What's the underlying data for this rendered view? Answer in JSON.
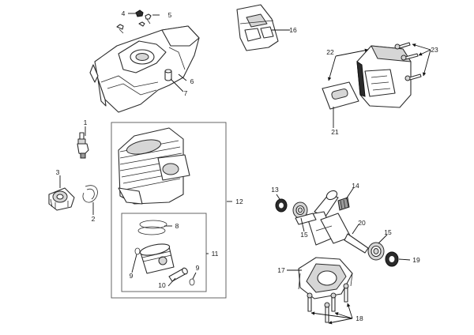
{
  "diagram": {
    "callouts": {
      "c1": "1",
      "c2": "2",
      "c3": "3",
      "c4": "4",
      "c5": "5",
      "c6": "6",
      "c7": "7",
      "c8": "8",
      "c9a": "9",
      "c9b": "9",
      "c10": "10",
      "c11": "11",
      "c12": "12",
      "c13": "13",
      "c14": "14",
      "c15a": "15",
      "c15b": "15",
      "c16": "16",
      "c17": "17",
      "c18": "18",
      "c19": "19",
      "c20": "20",
      "c21": "21",
      "c22": "22",
      "c23": "23"
    }
  }
}
